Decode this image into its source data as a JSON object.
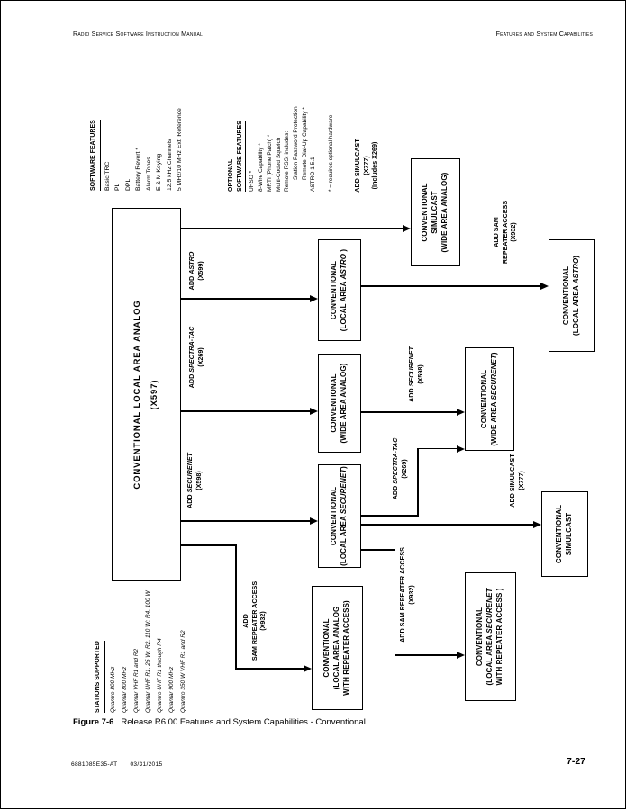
{
  "page": {
    "header_left": "Radio Service Software Instruction Manual",
    "header_right": "Features and System Capabilities",
    "figure_label": "Figure 7-6",
    "figure_title": "Release R6.00 Features and System Capabilities - Conventional",
    "footer_doc_number": "6881085E35-AT",
    "footer_date": "03/31/2015",
    "page_number": "7-27"
  },
  "lists": {
    "software_features": {
      "title": "SOFTWARE FEATURES",
      "items": [
        "Basic TRC",
        "PL",
        "DPL",
        "Battery Revert *",
        "Alarm Tones",
        "E & M Keying",
        "12.5 kHz Channels",
        "5 MHz/10 MHz Ext. Reference"
      ]
    },
    "optional_software_features": {
      "title_line1": "OPTIONAL",
      "title_line2": "SOFTWARE FEATURES",
      "items": [
        {
          "text": "UHSO *"
        },
        {
          "text": "8-Wire Capability *"
        },
        {
          "text": "MRTI (Phone Patch) *"
        },
        {
          "text": "Multi-Coded Squelch"
        },
        {
          "text": "Remote RSS; includes:"
        },
        {
          "text": "Station Password Protection",
          "indent": true
        },
        {
          "text": "Remote Dial-Up Capability *",
          "indent": true
        },
        {
          "text": "ASTRO 1.5.1"
        }
      ],
      "footnote": "* = requires optional hardware"
    },
    "stations_supported": {
      "title": "STATIONS SUPPORTED",
      "items": [
        "Quantro  800 MHz",
        "Quantar  800 MHz",
        "Quantar  VHF R1 and R2",
        "Quantar  UHF R1, 25 W; R2, 110 W; R4, 100 W",
        "Quantro  UHF R1 through R4",
        "Quantar  900 MHz",
        "Quantro  350 W VHF R1 and R2"
      ]
    }
  },
  "nodes": {
    "main": {
      "line1": "CONVENTIONAL LOCAL AREA ANALOG",
      "line2": "(X597)"
    },
    "simulcast_wide_analog": {
      "line1": "CONVENTIONAL",
      "line2": "SIMULCAST",
      "line3": "(WIDE AREA ANALOG)"
    },
    "local_astro": {
      "line1": "CONVENTIONAL",
      "pre": "(LOCAL AREA ",
      "it": "ASTRO",
      "post": " )"
    },
    "wide_analog": {
      "line1": "CONVENTIONAL",
      "line2": "(WIDE AREA ANALOG)"
    },
    "local_securenet": {
      "line1": "CONVENTIONAL",
      "pre": "(LOCAL AREA ",
      "it": "SECURENET",
      "post": ")"
    },
    "local_analog_rpt": {
      "line1": "CONVENTIONAL",
      "line2": "(LOCAL AREA ANALOG",
      "line3": "WITH REPEATER ACCESS)"
    },
    "local_astro_2": {
      "line1": "CONVENTIONAL",
      "pre": "(LOCAL AREA ",
      "it": "ASTRO",
      "post": ")"
    },
    "wide_securenet": {
      "line1": "CONVENTIONAL",
      "pre": "(WIDE AREA ",
      "it": "SECURENET",
      "post": ")"
    },
    "simulcast": {
      "line1": "CONVENTIONAL",
      "line2": "SIMULCAST"
    },
    "local_securenet_rpt": {
      "line1": "CONVENTIONAL",
      "pre": "(LOCAL AREA ",
      "it": "SECURENET",
      "line3": "WITH REPEATER ACCESS )"
    }
  },
  "edge_labels": {
    "add_simulcast_top": {
      "l1": "ADD SIMULCAST",
      "l2": "(X777)",
      "l3": "(Includes X269)"
    },
    "add_astro": {
      "pre": "ADD ",
      "it": "ASTRO",
      "l2": "(X599)"
    },
    "add_spectra_tac": {
      "pre": "ADD ",
      "it": "SPECTRA-TAC",
      "l2": "(X269)"
    },
    "add_securenet": {
      "pre": "ADD ",
      "it": "SECURENET",
      "l2": "(X598)"
    },
    "add_sam_repeater_1": {
      "l1": "ADD",
      "l2": "SAM REPEATER ACCESS",
      "l3": "(X932)"
    },
    "add_sam_repeater_2": {
      "l1": "ADD SAM",
      "l2": "REPEATER ACCESS",
      "l3": "(X932)"
    },
    "add_securenet_2": {
      "pre": "ADD ",
      "it": "SECURENET",
      "l2": "(X598)"
    },
    "add_spectra_tac_2": {
      "pre": "ADD ",
      "it": "SPECTRA-TAC",
      "l2": "(X269)"
    },
    "add_simulcast_2": {
      "l1": "ADD SIMULCAST",
      "l2": "(X777)"
    },
    "add_sam_repeater_3": {
      "l1": "ADD SAM REPEATER ACCESS",
      "l2": "(X932)"
    }
  }
}
